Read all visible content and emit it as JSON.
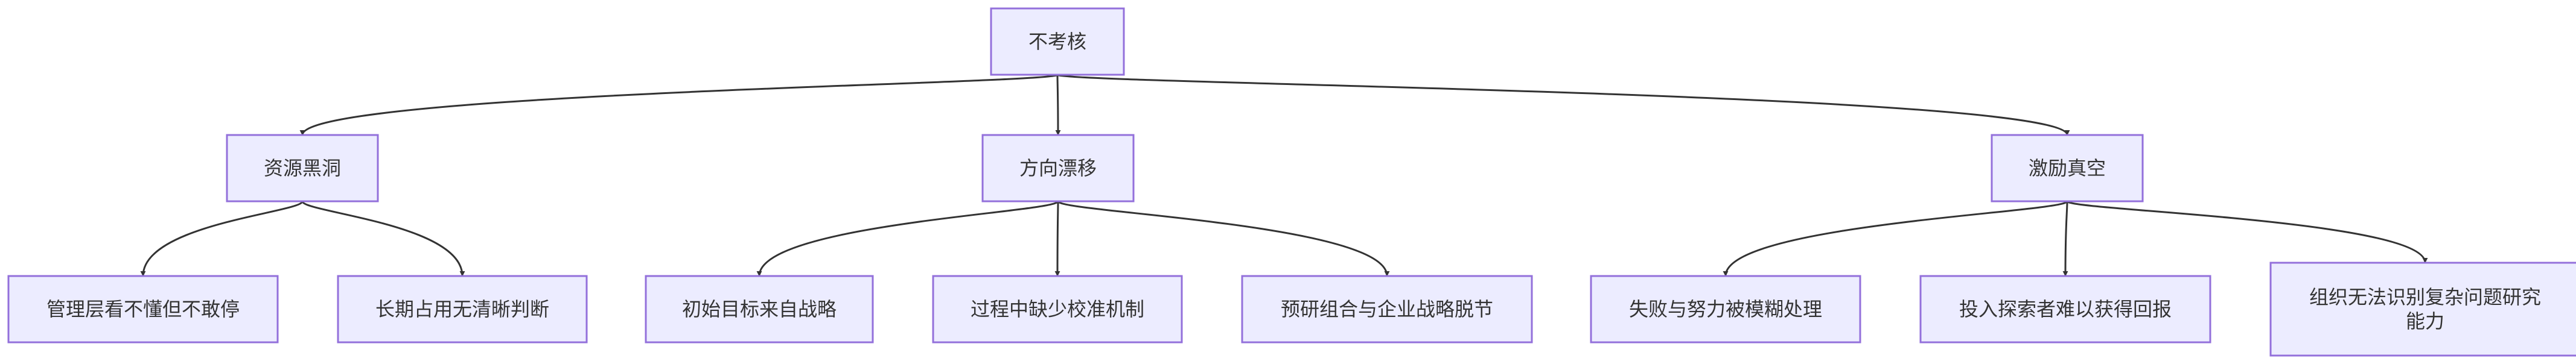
{
  "diagram": {
    "nodes": [
      {
        "id": "root",
        "label": "不考核"
      },
      {
        "id": "n1",
        "label": "资源黑洞"
      },
      {
        "id": "n2",
        "label": "方向漂移"
      },
      {
        "id": "n3",
        "label": "激励真空"
      },
      {
        "id": "n1a",
        "label": "管理层看不懂但不敢停"
      },
      {
        "id": "n1b",
        "label": "长期占用无清晰判断"
      },
      {
        "id": "n2a",
        "label": "初始目标来自战略"
      },
      {
        "id": "n2b",
        "label": "过程中缺少校准机制"
      },
      {
        "id": "n2c",
        "label": "预研组合与企业战略脱节"
      },
      {
        "id": "n3a",
        "label": "失败与努力被模糊处理"
      },
      {
        "id": "n3b",
        "label": "投入探索者难以获得回报"
      },
      {
        "id": "n3c",
        "label": "组织无法识别复杂问题研究能力"
      }
    ],
    "edges": [
      {
        "from": "root",
        "to": "n1"
      },
      {
        "from": "root",
        "to": "n2"
      },
      {
        "from": "root",
        "to": "n3"
      },
      {
        "from": "n1",
        "to": "n1a"
      },
      {
        "from": "n1",
        "to": "n1b"
      },
      {
        "from": "n2",
        "to": "n2a"
      },
      {
        "from": "n2",
        "to": "n2b"
      },
      {
        "from": "n2",
        "to": "n2c"
      },
      {
        "from": "n3",
        "to": "n3a"
      },
      {
        "from": "n3",
        "to": "n3b"
      },
      {
        "from": "n3",
        "to": "n3c"
      }
    ]
  }
}
